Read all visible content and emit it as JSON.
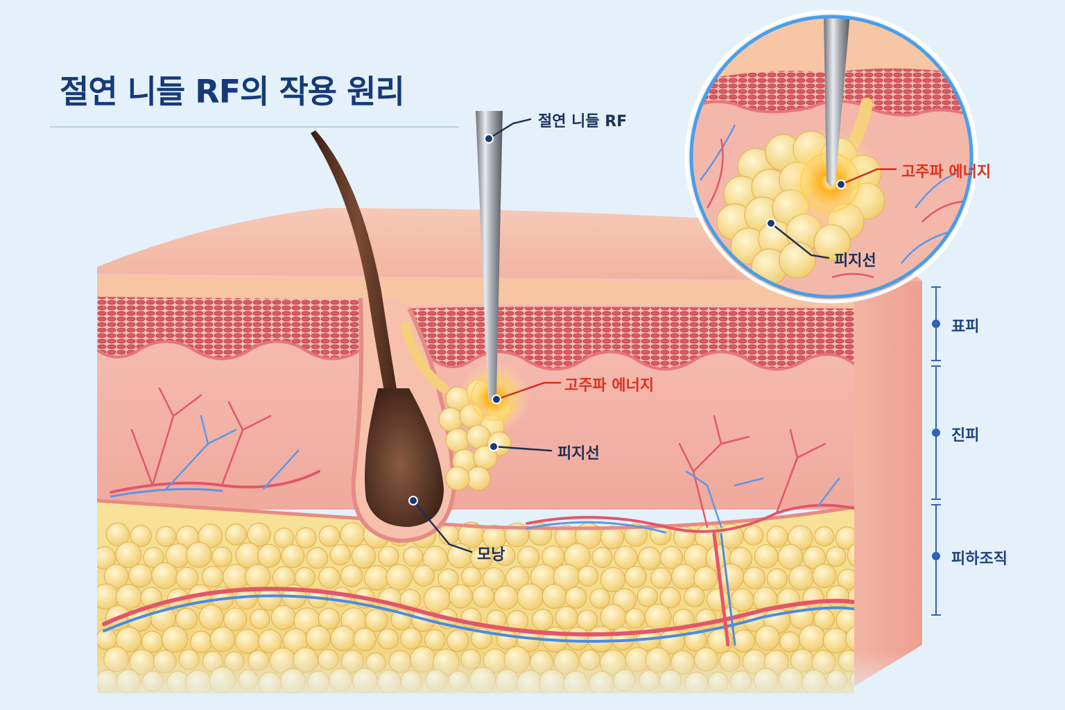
{
  "title": "절연 니들 RF의 작용 원리",
  "labels": {
    "needle": "절연 니들 RF",
    "rf_energy": "고주파 에너지",
    "sebaceous_gland": "피지선",
    "hair_follicle": "모낭",
    "inset_rf_energy": "고주파 에너지",
    "inset_sebaceous_gland": "피지선"
  },
  "layers": {
    "epidermis": "표피",
    "dermis": "진피",
    "subcutis": "피하조직"
  },
  "colors": {
    "title": "#163a78",
    "label_dark": "#1b2f57",
    "label_red": "#e0301e",
    "layer_bracket": "#2f62b8",
    "background": "#e4f1fb"
  }
}
